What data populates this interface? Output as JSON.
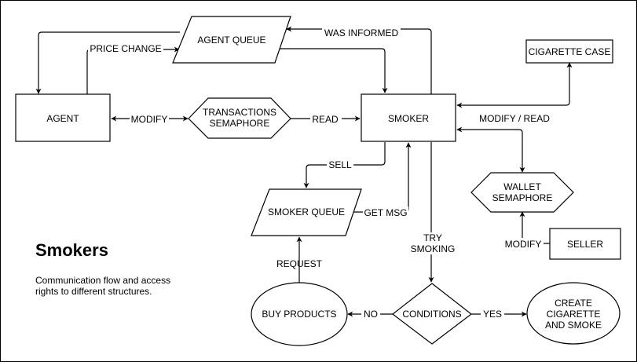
{
  "nodes": {
    "agent_queue": "AGENT QUEUE",
    "agent": "AGENT",
    "transactions_semaphore": [
      "TRANSACTIONS",
      "SEMAPHORE"
    ],
    "smoker": "SMOKER",
    "cigarette_case": "CIGARETTE CASE",
    "wallet_semaphore": [
      "WALLET",
      "SEMAPHORE"
    ],
    "seller": "SELLER",
    "smoker_queue": "SMOKER QUEUE",
    "buy_products": "BUY PRODUCTS",
    "conditions": "CONDITIONS",
    "create_cigarette": [
      "CREATE",
      "CIGARETTE",
      "AND SMOKE"
    ]
  },
  "edges": {
    "price_change": "PRICE CHANGE",
    "was_informed": "WAS INFORMED",
    "modify_agent": "MODIFY",
    "read": "READ",
    "modify_read": "MODIFY / READ",
    "sell": "SELL",
    "get_msg": "GET MSG",
    "try_smoking": [
      "TRY",
      "SMOKING"
    ],
    "request": "REQUEST",
    "modify_seller": "MODIFY",
    "no": "NO",
    "yes": "YES"
  },
  "legend": {
    "title": "Smokers",
    "description": [
      "Communication flow and access",
      "rights to different structures."
    ]
  }
}
